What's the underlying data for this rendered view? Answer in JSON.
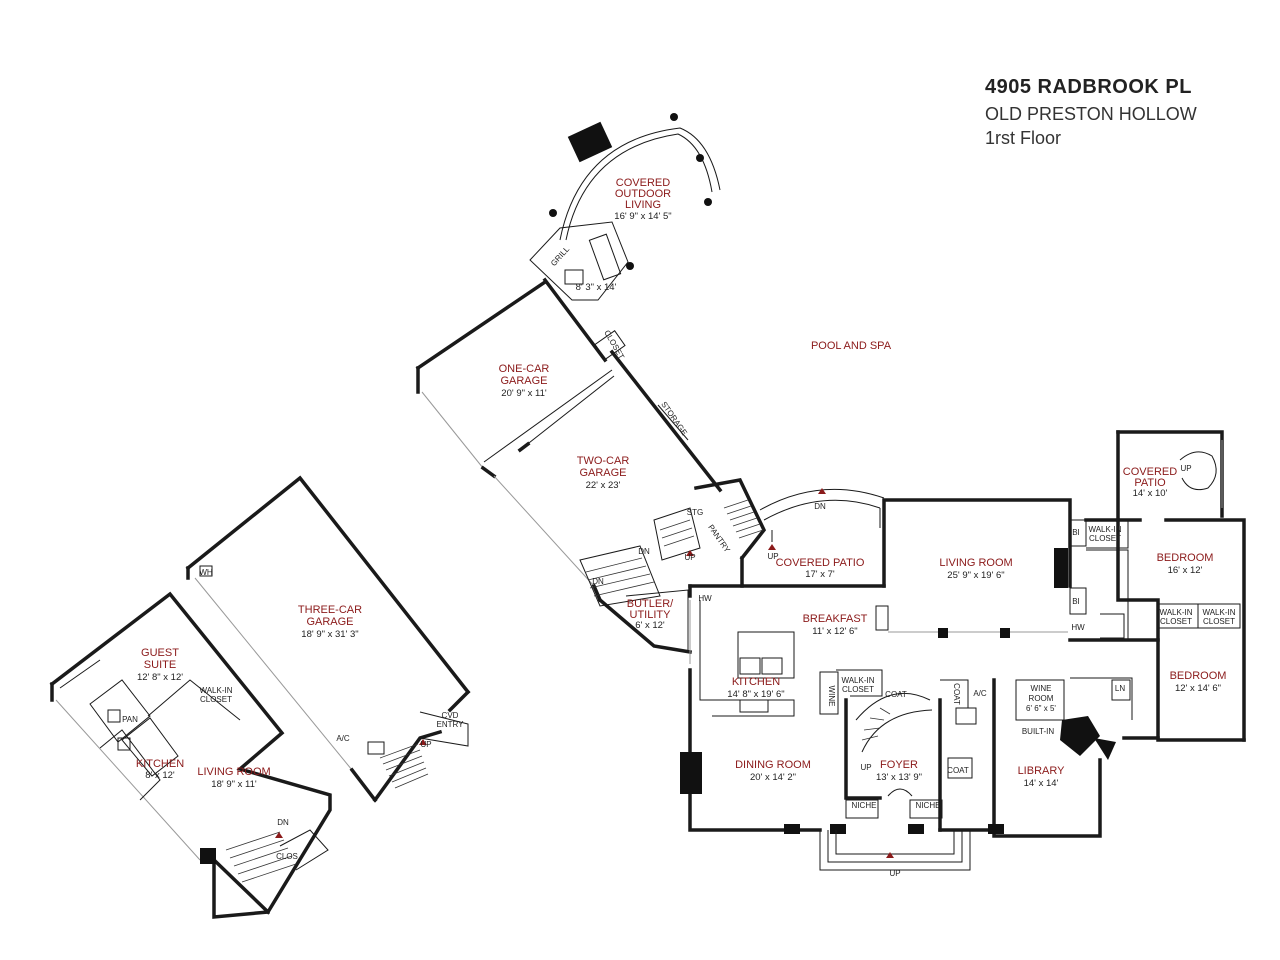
{
  "header": {
    "address": "4905 RADBROOK PL",
    "neighborhood": "OLD PRESTON HOLLOW",
    "floor": "1rst Floor"
  },
  "rooms": [
    {
      "id": "covered-outdoor-living",
      "name": "COVERED OUTDOOR LIVING",
      "lines": [
        "COVERED",
        "OUTDOOR",
        "LIVING"
      ],
      "dims": "16' 9\" x 14' 5\""
    },
    {
      "id": "grill-area",
      "name": "",
      "lines": [],
      "dims": "8' 3\" x 14'"
    },
    {
      "id": "one-car-garage",
      "name": "ONE-CAR GARAGE",
      "lines": [
        "ONE-CAR",
        "GARAGE"
      ],
      "dims": "20' 9\" x 11'"
    },
    {
      "id": "two-car-garage",
      "name": "TWO-CAR GARAGE",
      "lines": [
        "TWO-CAR",
        "GARAGE"
      ],
      "dims": "22' x 23'"
    },
    {
      "id": "three-car-garage",
      "name": "THREE-CAR GARAGE",
      "lines": [
        "THREE-CAR",
        "GARAGE"
      ],
      "dims": "18' 9\" x 31' 3\""
    },
    {
      "id": "guest-suite",
      "name": "GUEST SUITE",
      "lines": [
        "GUEST",
        "SUITE"
      ],
      "dims": "12' 8\" x 12'"
    },
    {
      "id": "guest-kitchen",
      "name": "KITCHEN",
      "lines": [
        "KITCHEN"
      ],
      "dims": "8' x 12'"
    },
    {
      "id": "guest-living-room",
      "name": "LIVING ROOM",
      "lines": [
        "LIVING ROOM"
      ],
      "dims": "18' 9\" x 11'"
    },
    {
      "id": "covered-patio-center",
      "name": "COVERED PATIO",
      "lines": [
        "COVERED PATIO"
      ],
      "dims": "17' x 7'"
    },
    {
      "id": "living-room",
      "name": "LIVING ROOM",
      "lines": [
        "LIVING ROOM"
      ],
      "dims": "25' 9\" x 19' 6\""
    },
    {
      "id": "covered-patio-east",
      "name": "COVERED PATIO",
      "lines": [
        "COVERED",
        "PATIO"
      ],
      "dims": "14' x 10'"
    },
    {
      "id": "bedroom-1",
      "name": "BEDROOM",
      "lines": [
        "BEDROOM"
      ],
      "dims": "16' x 12'"
    },
    {
      "id": "bedroom-2",
      "name": "BEDROOM",
      "lines": [
        "BEDROOM"
      ],
      "dims": "12' x 14' 6\""
    },
    {
      "id": "breakfast",
      "name": "BREAKFAST",
      "lines": [
        "BREAKFAST"
      ],
      "dims": "11' x 12' 6\""
    },
    {
      "id": "kitchen",
      "name": "KITCHEN",
      "lines": [
        "KITCHEN"
      ],
      "dims": "14' 8\" x 19' 6\""
    },
    {
      "id": "butler-utility",
      "name": "BUTLER/ UTILITY",
      "lines": [
        "BUTLER/",
        "UTILITY"
      ],
      "dims": "6' x 12'"
    },
    {
      "id": "dining-room",
      "name": "DINING ROOM",
      "lines": [
        "DINING ROOM"
      ],
      "dims": "20' x 14' 2\""
    },
    {
      "id": "foyer",
      "name": "FOYER",
      "lines": [
        "FOYER"
      ],
      "dims": "13' x 13' 9\""
    },
    {
      "id": "library",
      "name": "LIBRARY",
      "lines": [
        "LIBRARY"
      ],
      "dims": "14' x 14'"
    },
    {
      "id": "wine-room",
      "name": "WINE ROOM",
      "lines": [
        "WINE",
        "ROOM"
      ],
      "dims": "6' 6\" x 5'"
    }
  ],
  "labels": {
    "pool_and_spa": "POOL AND SPA",
    "grill": "GRILL",
    "closet": "CLOSET",
    "storage": "STORAGE",
    "stg": "STG",
    "pantry": "PANTRY",
    "dn": "DN",
    "up": "UP",
    "walk_in_closet": "WALK-IN CLOSET",
    "walk_in": "WALK-IN",
    "closet_word": "CLOSET",
    "bi": "BI",
    "ln": "LN",
    "hw": "HW",
    "wine": "WINE",
    "coat": "COAT",
    "ac": "A/C",
    "niche": "NICHE",
    "built_in": "BUILT-IN",
    "pan": "PAN",
    "clos": "CLOS",
    "cvd_entry": "CVD ENTRY",
    "cvd": "CVD",
    "entry": "ENTRY",
    "wh": "WH"
  }
}
